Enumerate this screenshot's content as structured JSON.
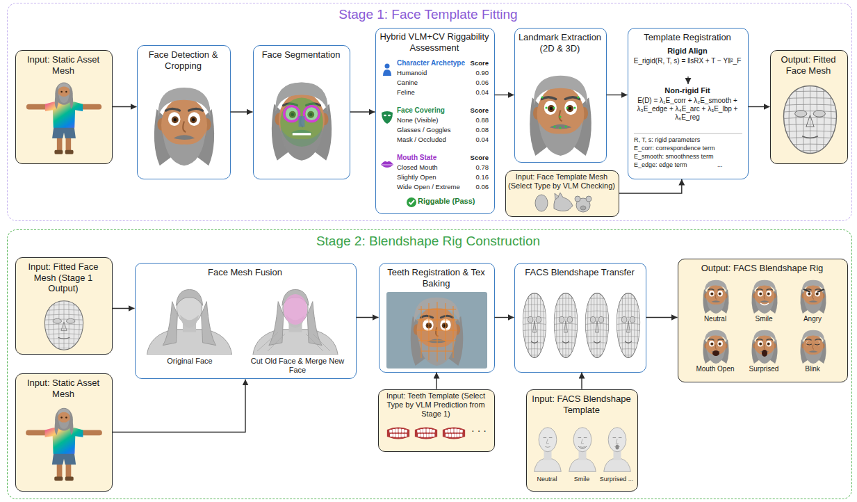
{
  "diagram": {
    "nodes": [
      {
        "text": [
          "Stage 1: Face Template Fitting"
        ]
      },
      {
        "text": [
          "Input: Static Asset Mesh"
        ],
        "in": 0
      },
      {
        "text": [
          "Face Detection & Cropping"
        ],
        "in": 0
      },
      {
        "text": [
          "Face Segmentation"
        ],
        "in": 0
      },
      {
        "text": [
          "Hybrid VLM+CV Riggability Assessment",
          "Character Archetype",
          "Score",
          "Humanoid",
          "0.90",
          "Canine",
          "0.06",
          "Feline",
          "0.04",
          "Face Covering",
          "Score",
          "None (Visible)",
          "0.88",
          "Glasses / Goggles",
          "0.08",
          "Mask / Occluded",
          "0.04",
          "Mouth State",
          "Score",
          "Closed Mouth",
          "0.78",
          "Slightly Open",
          "0.16",
          "Wide Open / Extreme",
          "0.06",
          "Riggable (Pass)"
        ],
        "in": 0
      },
      {
        "text": [
          "Landmark Extraction (2D & 3D)"
        ],
        "in": 0
      },
      {
        "text": [
          "Template Registration",
          "Rigid Align",
          "E_rigid(R, T, s) = ‖sRX + T − Y‖²_F",
          "Non-rigid Fit",
          "E(D) = λ₁E_corr + λ₂E_smooth + λ₃E_edge + λ₄E_arc + λ₅E_lbp + λ₆E_reg",
          "R, T, s: rigid parameters",
          "E_corr: correspondence term",
          "E_smooth: smoothness term",
          "E_edge: edge term",
          "..."
        ],
        "in": 0
      },
      {
        "text": [
          "Input: Face Template Mesh (Select Type by VLM Checking)"
        ],
        "in": 0
      },
      {
        "text": [
          "Output: Fitted Face Mesh"
        ],
        "in": 0
      },
      {
        "text": [
          "Stage 2: Blendshape Rig Construction"
        ]
      },
      {
        "text": [
          "Input: Fitted Face Mesh (Stage 1 Output)"
        ],
        "in": 9
      },
      {
        "text": [
          "Input: Static Asset Mesh"
        ],
        "in": 9
      },
      {
        "text": [
          "Face Mesh Fusion",
          "Original Face",
          "Cut Old Face & Merge New Face"
        ],
        "in": 9
      },
      {
        "text": [
          "Teeth Registration & Tex Baking"
        ],
        "in": 9
      },
      {
        "text": [
          "Input: Teeth Template (Select Type by VLM Prediction from Stage 1)",
          "· · ·"
        ],
        "in": 9
      },
      {
        "text": [
          "FACS Blendshape Transfer"
        ],
        "in": 9
      },
      {
        "text": [
          "Input: FACS Blendshape Template",
          "Neutral",
          "Smile",
          "Surprised ..."
        ],
        "in": 9
      },
      {
        "text": [
          "Output: FACS Blendshape Rig",
          "Neutral",
          "Smile",
          "Angry",
          "Mouth Open",
          "Surprised",
          "Blink"
        ],
        "in": 9
      }
    ],
    "edges": [
      {
        "from": 1,
        "to": 2,
        "arrow": "to"
      },
      {
        "from": 2,
        "to": 3,
        "arrow": "to"
      },
      {
        "from": 3,
        "to": 4,
        "arrow": "to"
      },
      {
        "from": 4,
        "to": 5,
        "arrow": "to"
      },
      {
        "from": 5,
        "to": 6,
        "arrow": "to"
      },
      {
        "from": 7,
        "to": 6,
        "arrow": "to"
      },
      {
        "from": 6,
        "to": 8,
        "arrow": "to"
      },
      {
        "from": 10,
        "to": 12,
        "arrow": "to"
      },
      {
        "from": 11,
        "to": 12,
        "arrow": "to"
      },
      {
        "from": 12,
        "to": 13,
        "arrow": "to"
      },
      {
        "from": 14,
        "to": 13,
        "arrow": "to"
      },
      {
        "from": 13,
        "to": 15,
        "arrow": "to"
      },
      {
        "from": 16,
        "to": 15,
        "arrow": "to"
      },
      {
        "from": 15,
        "to": 17,
        "arrow": "to"
      }
    ]
  }
}
